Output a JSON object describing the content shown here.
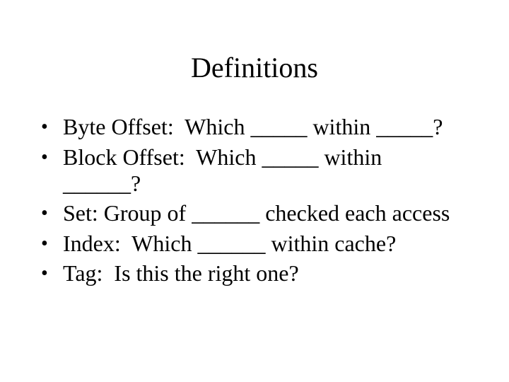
{
  "slide": {
    "title": "Definitions",
    "bullet_marker": "•",
    "bullets": [
      "Byte Offset:  Which _____ within _____?",
      "Block Offset:  Which _____ within ______?",
      "Set: Group of ______ checked each access",
      "Index:  Which ______ within cache?",
      "Tag:  Is this the right one?"
    ]
  }
}
